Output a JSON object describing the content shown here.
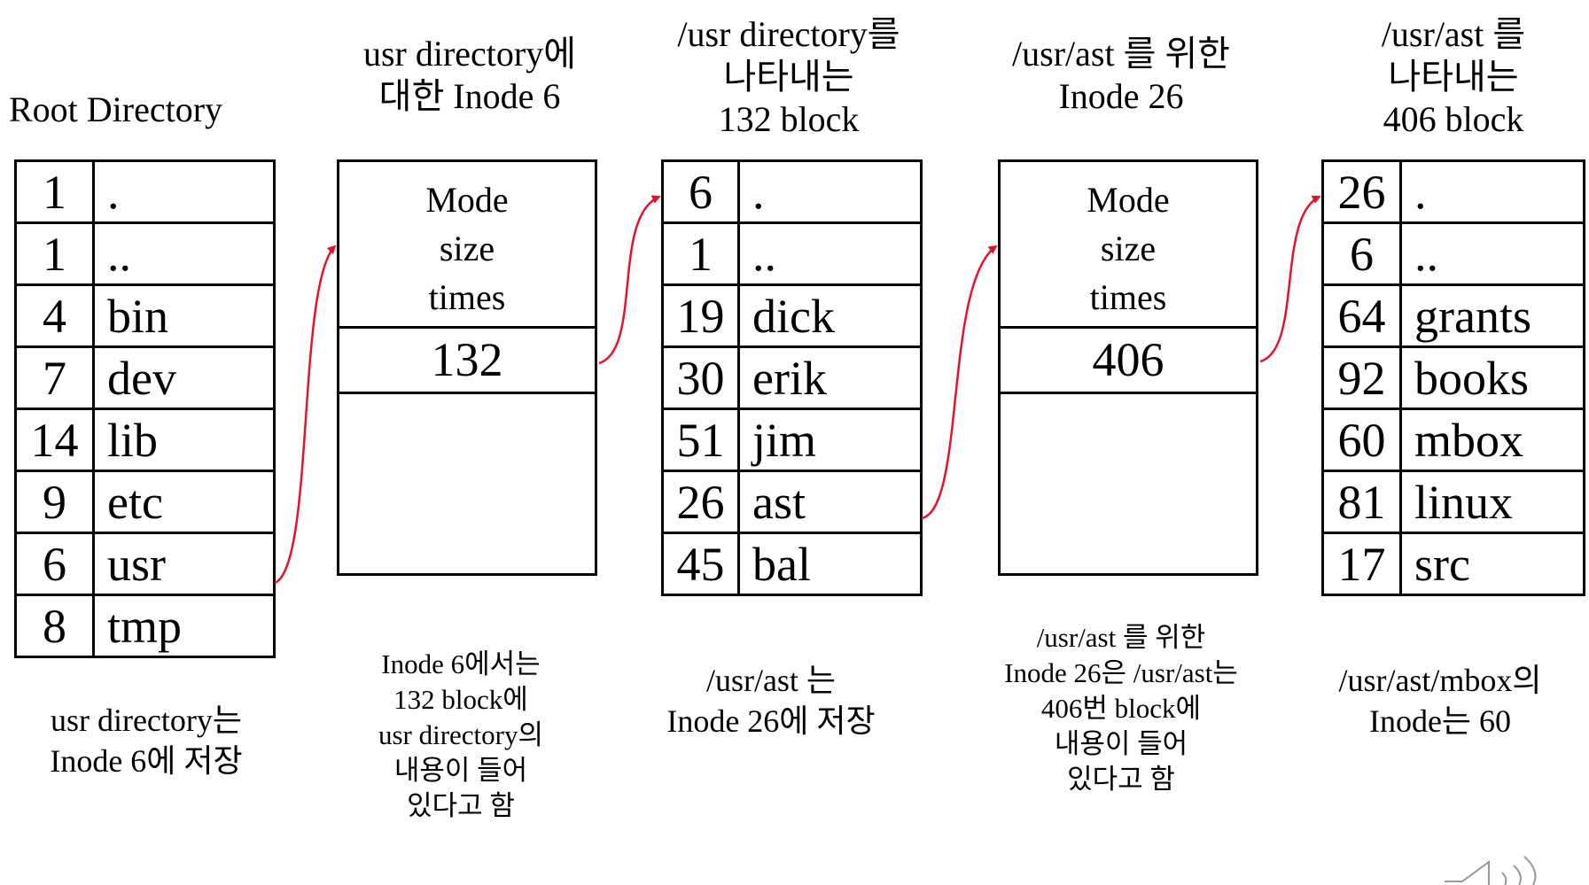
{
  "headings": {
    "root": "Root Directory",
    "inode6_line1": "usr directory에",
    "inode6_line2": "대한 Inode 6",
    "block132_line1": "/usr directory를",
    "block132_line2": "나타내는",
    "block132_line3": "132 block",
    "inode26_line1": "/usr/ast 를 위한",
    "inode26_line2": "Inode 26",
    "block406_line1": "/usr/ast 를",
    "block406_line2": "나타내는",
    "block406_line3": "406 block"
  },
  "root_directory": [
    {
      "inode": "1",
      "name": "."
    },
    {
      "inode": "1",
      "name": ".."
    },
    {
      "inode": "4",
      "name": "bin"
    },
    {
      "inode": "7",
      "name": "dev"
    },
    {
      "inode": "14",
      "name": "lib"
    },
    {
      "inode": "9",
      "name": "etc"
    },
    {
      "inode": "6",
      "name": "usr"
    },
    {
      "inode": "8",
      "name": "tmp"
    }
  ],
  "inode6": {
    "mode": "Mode",
    "size": "size",
    "times": "times",
    "block": "132"
  },
  "block132": [
    {
      "inode": "6",
      "name": "."
    },
    {
      "inode": "1",
      "name": ".."
    },
    {
      "inode": "19",
      "name": "dick"
    },
    {
      "inode": "30",
      "name": "erik"
    },
    {
      "inode": "51",
      "name": "jim"
    },
    {
      "inode": "26",
      "name": "ast"
    },
    {
      "inode": "45",
      "name": "bal"
    }
  ],
  "inode26": {
    "mode": "Mode",
    "size": "size",
    "times": "times",
    "block": "406"
  },
  "block406": [
    {
      "inode": "26",
      "name": "."
    },
    {
      "inode": "6",
      "name": ".."
    },
    {
      "inode": "64",
      "name": "grants"
    },
    {
      "inode": "92",
      "name": "books"
    },
    {
      "inode": "60",
      "name": "mbox"
    },
    {
      "inode": "81",
      "name": "linux"
    },
    {
      "inode": "17",
      "name": "src"
    }
  ],
  "captions": {
    "root_line1": "usr directory는",
    "root_line2": "Inode 6에 저장",
    "inode6_line1": "Inode 6에서는",
    "inode6_line2": "132 block에",
    "inode6_line3": "usr directory의",
    "inode6_line4": "내용이 들어",
    "inode6_line5": "있다고 함",
    "block132_line1": "/usr/ast 는",
    "block132_line2": "Inode 26에 저장",
    "inode26_line1": "/usr/ast 를 위한",
    "inode26_line2": "Inode 26은 /usr/ast는",
    "inode26_line3": "406번 block에",
    "inode26_line4": "내용이 들어",
    "inode26_line5": "있다고 함",
    "block406_line1": "/usr/ast/mbox의",
    "block406_line2": "Inode는 60"
  },
  "colors": {
    "arrow": "#e8112d",
    "line": "#000000"
  },
  "icons": {
    "speaker": "speaker-icon"
  }
}
